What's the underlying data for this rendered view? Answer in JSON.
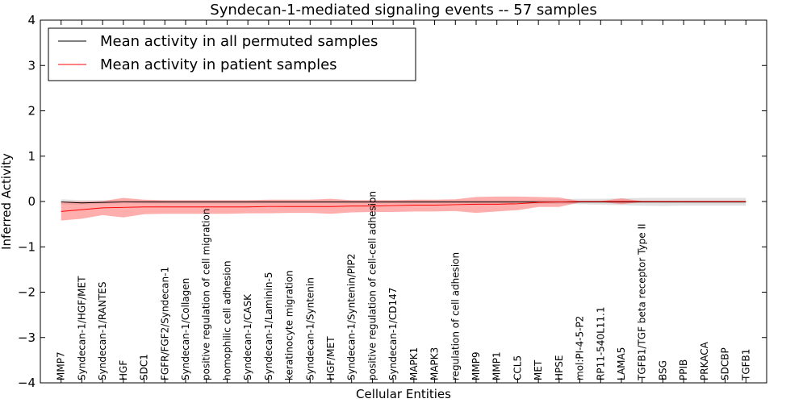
{
  "chart_data": {
    "type": "line",
    "title": "Syndecan-1-mediated signaling events -- 57 samples",
    "xlabel": "Cellular Entities",
    "ylabel": "Inferred Activity",
    "ylim": [
      -4,
      4
    ],
    "yticks": [
      -4,
      -3,
      -2,
      -1,
      0,
      1,
      2,
      3,
      4
    ],
    "ytick_labels": [
      "−4",
      "−3",
      "−2",
      "−1",
      "0",
      "1",
      "2",
      "3",
      "4"
    ],
    "grid": false,
    "legend_position": "top-left",
    "categories": [
      "MMP7",
      "Syndecan-1/HGF/MET",
      "Syndecan-1/RANTES",
      "HGF",
      "SDC1",
      "FGFR/FGF2/Syndecan-1",
      "Syndecan-1/Collagen",
      "positive regulation of cell migration",
      "homophilic cell adhesion",
      "Syndecan-1/CASK",
      "Syndecan-1/Laminin-5",
      "keratinocyte migration",
      "Syndecan-1/Syntenin",
      "HGF/MET",
      "Syndecan-1/Syntenin/PIP2",
      "positive regulation of cell-cell adhesion",
      "Syndecan-1/CD147",
      "MAPK1",
      "MAPK3",
      "regulation of cell adhesion",
      "MMP9",
      "MMP1",
      "CCL5",
      "MET",
      "HPSE",
      "mol:PI-4-5-P2",
      "RP11-540L11.1",
      "LAMA5",
      "TGFB1/TGF beta receptor Type II",
      "BSG",
      "PPIB",
      "PRKACA",
      "SDCBP",
      "TGFB1"
    ],
    "series": [
      {
        "name": "Mean activity in all permuted samples",
        "color": "#000000",
        "values": [
          -0.01,
          -0.03,
          -0.02,
          -0.01,
          -0.01,
          -0.01,
          -0.01,
          -0.01,
          -0.01,
          -0.01,
          -0.01,
          -0.01,
          -0.01,
          -0.01,
          -0.01,
          -0.01,
          -0.01,
          -0.01,
          -0.01,
          -0.01,
          -0.01,
          -0.01,
          -0.01,
          -0.01,
          -0.01,
          -0.01,
          -0.01,
          -0.01,
          -0.01,
          -0.01,
          -0.01,
          -0.01,
          -0.01,
          -0.01
        ],
        "band_lower": [
          -0.06,
          -0.07,
          -0.05,
          -0.04,
          -0.04,
          -0.04,
          -0.04,
          -0.04,
          -0.04,
          -0.04,
          -0.04,
          -0.04,
          -0.04,
          -0.04,
          -0.04,
          -0.04,
          -0.04,
          -0.04,
          -0.04,
          -0.04,
          -0.04,
          -0.04,
          -0.04,
          -0.05,
          -0.05,
          -0.06,
          -0.07,
          -0.08,
          -0.09,
          -0.1,
          -0.09,
          -0.09,
          -0.09,
          -0.09
        ],
        "band_upper": [
          0.05,
          0.03,
          0.03,
          0.03,
          0.03,
          0.03,
          0.03,
          0.03,
          0.03,
          0.03,
          0.03,
          0.03,
          0.03,
          0.03,
          0.03,
          0.03,
          0.03,
          0.03,
          0.03,
          0.03,
          0.03,
          0.03,
          0.03,
          0.04,
          0.05,
          0.06,
          0.06,
          0.07,
          0.08,
          0.08,
          0.08,
          0.08,
          0.08,
          0.08
        ],
        "band_color": "#c8c8c8"
      },
      {
        "name": "Mean activity in patient samples",
        "color": "#ff0000",
        "values": [
          -0.22,
          -0.18,
          -0.14,
          -0.13,
          -0.12,
          -0.12,
          -0.12,
          -0.12,
          -0.12,
          -0.12,
          -0.11,
          -0.11,
          -0.11,
          -0.11,
          -0.1,
          -0.1,
          -0.09,
          -0.08,
          -0.08,
          -0.07,
          -0.06,
          -0.06,
          -0.05,
          -0.02,
          -0.01,
          0.0,
          0.0,
          0.0,
          0.0,
          0.0,
          0.0,
          0.0,
          0.0,
          0.0
        ],
        "band_lower": [
          -0.42,
          -0.38,
          -0.3,
          -0.35,
          -0.28,
          -0.27,
          -0.27,
          -0.27,
          -0.27,
          -0.26,
          -0.26,
          -0.25,
          -0.25,
          -0.27,
          -0.24,
          -0.23,
          -0.23,
          -0.22,
          -0.22,
          -0.21,
          -0.25,
          -0.22,
          -0.19,
          -0.12,
          -0.12,
          -0.02,
          -0.01,
          -0.06,
          -0.01,
          -0.01,
          -0.01,
          -0.01,
          -0.01,
          -0.01
        ],
        "band_upper": [
          0.0,
          0.0,
          0.01,
          0.08,
          0.04,
          0.03,
          0.03,
          0.03,
          0.03,
          0.03,
          0.04,
          0.04,
          0.04,
          0.06,
          0.03,
          0.03,
          0.03,
          0.04,
          0.04,
          0.05,
          0.1,
          0.11,
          0.11,
          0.1,
          0.09,
          0.01,
          0.01,
          0.07,
          0.01,
          0.01,
          0.01,
          0.01,
          0.01,
          0.01
        ],
        "band_color": "#ff6b6b"
      }
    ]
  }
}
